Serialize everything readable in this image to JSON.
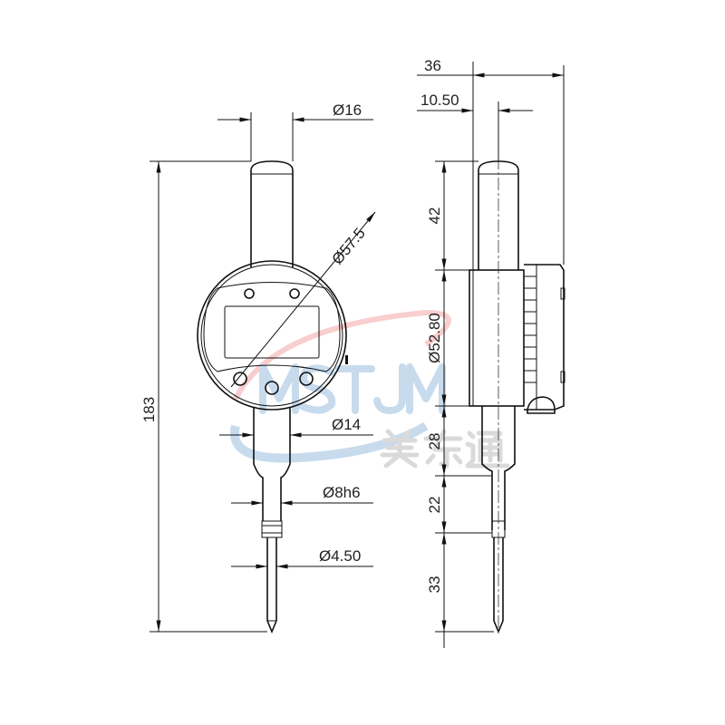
{
  "watermark": {
    "latin": "MSTJM",
    "chinese": "美东通"
  },
  "front_view": {
    "dimensions": {
      "total_height": "183",
      "stem_diameter": "Ø16",
      "dial_diameter": "Ø57.5",
      "neck_diameter": "Ø14",
      "spindle_diameter": "Ø8h6",
      "tip_diameter": "Ø4.50"
    }
  },
  "side_view": {
    "dimensions": {
      "total_depth": "36",
      "offset": "10.50",
      "top_stem": "42",
      "body_diameter": "Ø52.80",
      "neck_length": "28",
      "spindle_length": "22",
      "tip_length": "33"
    }
  },
  "colors": {
    "watermark_blue": "#9bbfe0",
    "watermark_red": "#f2a5a5",
    "watermark_gray": "#bdbdbd"
  }
}
